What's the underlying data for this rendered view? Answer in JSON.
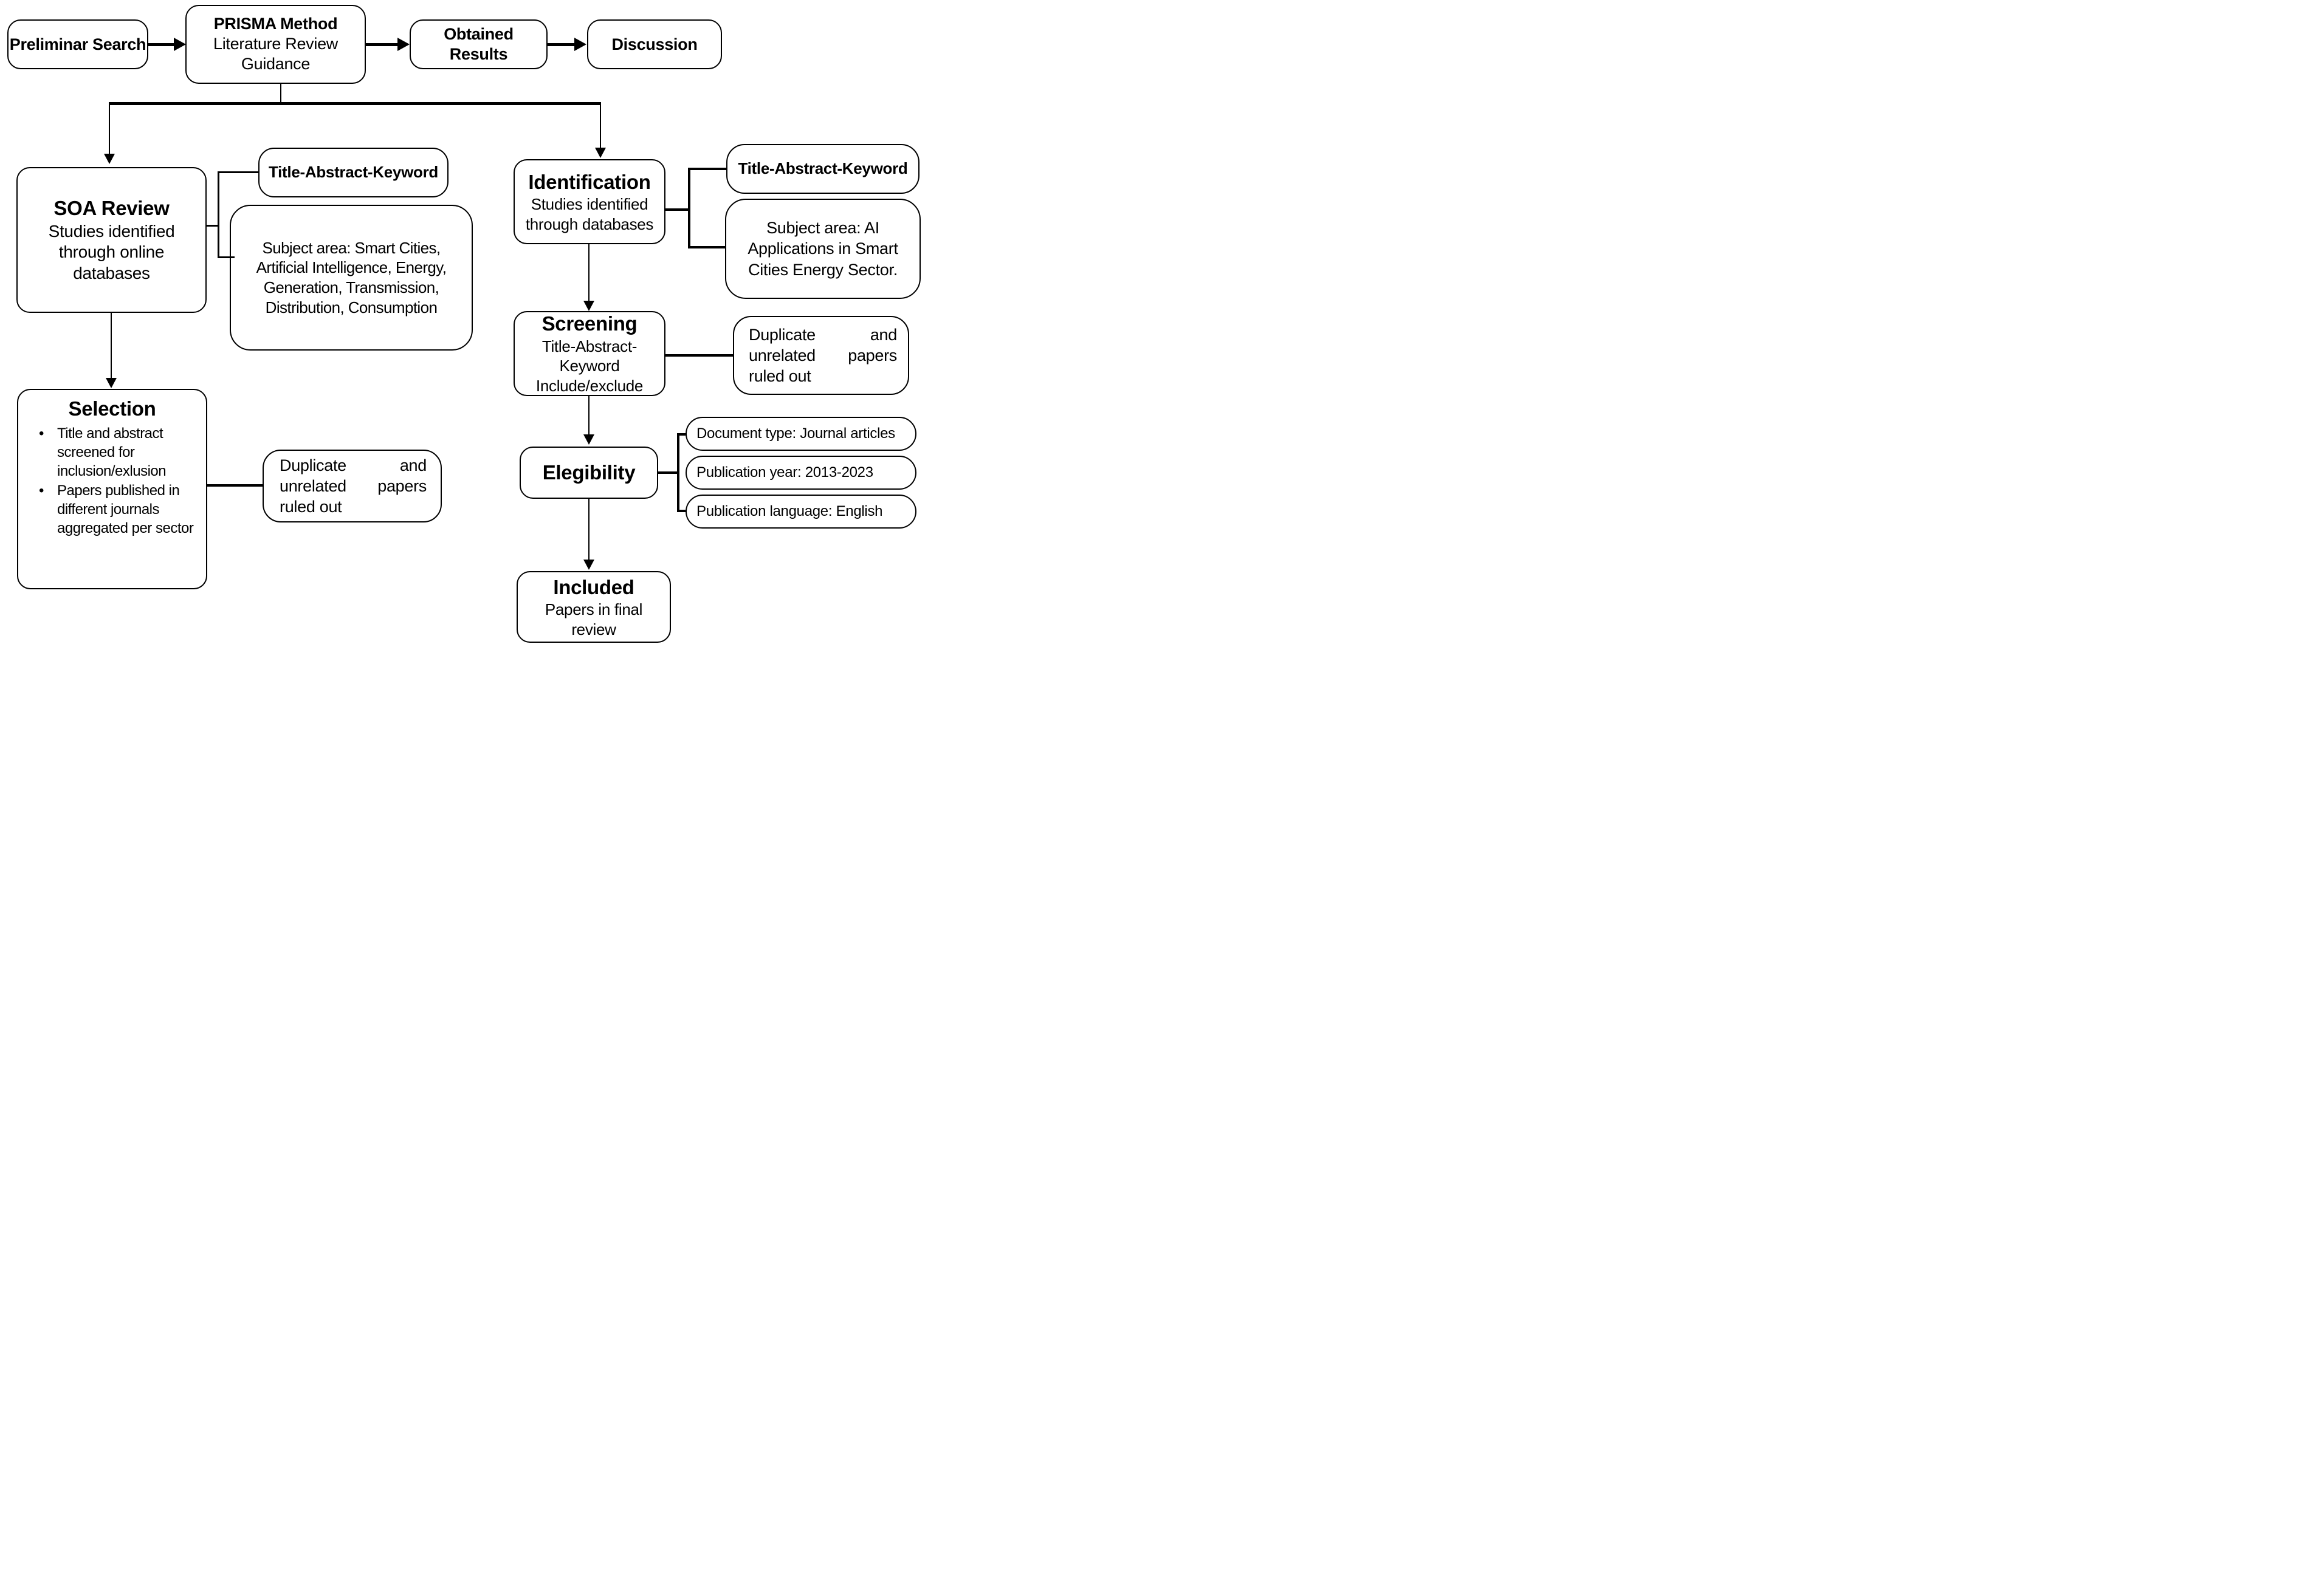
{
  "diagram_title": "PRISMA literature review flow diagram",
  "colors": {
    "stroke": "#000000",
    "background": "#ffffff",
    "text": "#000000"
  },
  "top_row": {
    "preliminar": {
      "title": "Preliminar Search"
    },
    "prisma": {
      "title": "PRISMA Method",
      "subtitle": "Literature Review Guidance"
    },
    "obtained": {
      "title": "Obtained Results"
    },
    "discussion": {
      "title": "Discussion"
    }
  },
  "left_branch": {
    "soa": {
      "title": "SOA Review",
      "body": "Studies identified through online databases"
    },
    "tak": {
      "title": "Title-Abstract-Keyword"
    },
    "subject": {
      "body": "Subject area: Smart Cities, Artificial Intelligence, Energy, Generation, Transmission, Distribution, Consumption"
    },
    "selection": {
      "title": "Selection",
      "bullets": [
        "Title and abstract screened for inclusion/exlusion",
        "Papers published in different journals aggregated per sector"
      ]
    },
    "duplicate": {
      "body": "Duplicate and unrelated papers ruled out"
    }
  },
  "right_branch": {
    "identification": {
      "title": "Identification",
      "body": "Studies identified through databases"
    },
    "tak": {
      "title": "Title-Abstract-Keyword"
    },
    "subject": {
      "body": "Subject area: AI Applications in Smart Cities Energy Sector."
    },
    "screening": {
      "title": "Screening",
      "body": "Title-Abstract-Keyword Include/exclude"
    },
    "duplicate": {
      "body": "Duplicate and unrelated papers ruled out"
    },
    "elegibility": {
      "title": "Elegibility"
    },
    "criteria": [
      {
        "body": "Document type: Journal articles"
      },
      {
        "body": "Publication year: 2013-2023"
      },
      {
        "body": "Publication language: English"
      }
    ],
    "included": {
      "title": "Included",
      "body": "Papers in final review"
    }
  }
}
